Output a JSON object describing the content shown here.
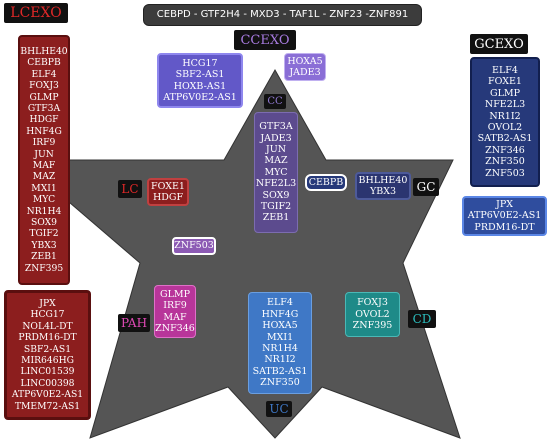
{
  "banner": {
    "text": "CEBPD - GTF2H4 - MXD3 - TAF1L - ZNF23 -ZNF891"
  },
  "labels": {
    "lcexo": "LCEXO",
    "ccexo": "CCEXO",
    "gcexo": "GCEXO",
    "cc": "CC",
    "lc": "LC",
    "gc": "GC",
    "pah": "PAH",
    "cd": "CD",
    "uc": "UC"
  },
  "groups": {
    "lcexo_top": [
      "BHLHE40",
      "CEBPB",
      "ELF4",
      "FOXJ3",
      "GLMP",
      "GTF3A",
      "HDGF",
      "HNF4G",
      "IRF9",
      "JUN",
      "MAF",
      "MAZ",
      "MXI1",
      "MYC",
      "NR1H4",
      "SOX9",
      "TGIF2",
      "YBX3",
      "ZEB1",
      "ZNF395"
    ],
    "lcexo_bottom": [
      "JPX",
      "HCG17",
      "NOL4L-DT",
      "PRDM16-DT",
      "SBF2-AS1",
      "MIR646HG",
      "LINC01539",
      "LINC00398",
      "ATP6V0E2-AS1",
      "TMEM72-AS1"
    ],
    "ccexo_left": [
      "HCG17",
      "SBF2-AS1",
      "HOXB-AS1",
      "ATP6V0E2-AS1"
    ],
    "ccexo_right": [
      "HOXA5",
      "JADE3"
    ],
    "gcexo_top": [
      "ELF4",
      "FOXE1",
      "GLMP",
      "NFE2L3",
      "NR1I2",
      "OVOL2",
      "SATB2-AS1",
      "ZNF346",
      "ZNF350",
      "ZNF503"
    ],
    "gcexo_bottom": [
      "JPX",
      "ATP6V0E2-AS1",
      "PRDM16-DT"
    ],
    "cc": [
      "GTF3A",
      "JADE3",
      "JUN",
      "MAZ",
      "MYC",
      "NFE2L3",
      "SOX9",
      "TGIF2",
      "ZEB1"
    ],
    "cc_gc": [
      "CEBPB"
    ],
    "lc": [
      "FOXE1",
      "HDGF"
    ],
    "gc": [
      "BHLHE40",
      "YBX3"
    ],
    "center": [
      "ZNF503"
    ],
    "pah": [
      "GLMP",
      "IRF9",
      "MAF",
      "ZNF346"
    ],
    "uc": [
      "ELF4",
      "HNF4G",
      "HOXA5",
      "MXI1",
      "NR1H4",
      "NR1I2",
      "SATB2-AS1",
      "ZNF350"
    ],
    "cd": [
      "FOXJ3",
      "OVOL2",
      "ZNF395"
    ]
  },
  "colors": {
    "star_fill": "#555555",
    "banner": "#3c3c3c",
    "lcexo": "#8c1e1e",
    "ccexo_left": "#6258c8",
    "ccexo_right": "#8a6ed6",
    "gcexo": "#26397a",
    "gcexo_bottom": "#2f4d9e",
    "cc": "#5c4b8e",
    "lc": "#8c1e1e",
    "gc": "#2b3570",
    "center": "#8c5ab4",
    "pah": "#b8359a",
    "uc": "#3f78c6",
    "cd": "#1e8a88",
    "label_lcexo": "#e02828",
    "label_ccexo": "#a87be0",
    "label_gcexo": "#ffffff",
    "label_cc": "#9078d0",
    "label_lc": "#e02828",
    "label_gc": "#ffffff",
    "label_pah": "#e04ab6",
    "label_cd": "#2cc0c0",
    "label_uc": "#3f78c6"
  }
}
